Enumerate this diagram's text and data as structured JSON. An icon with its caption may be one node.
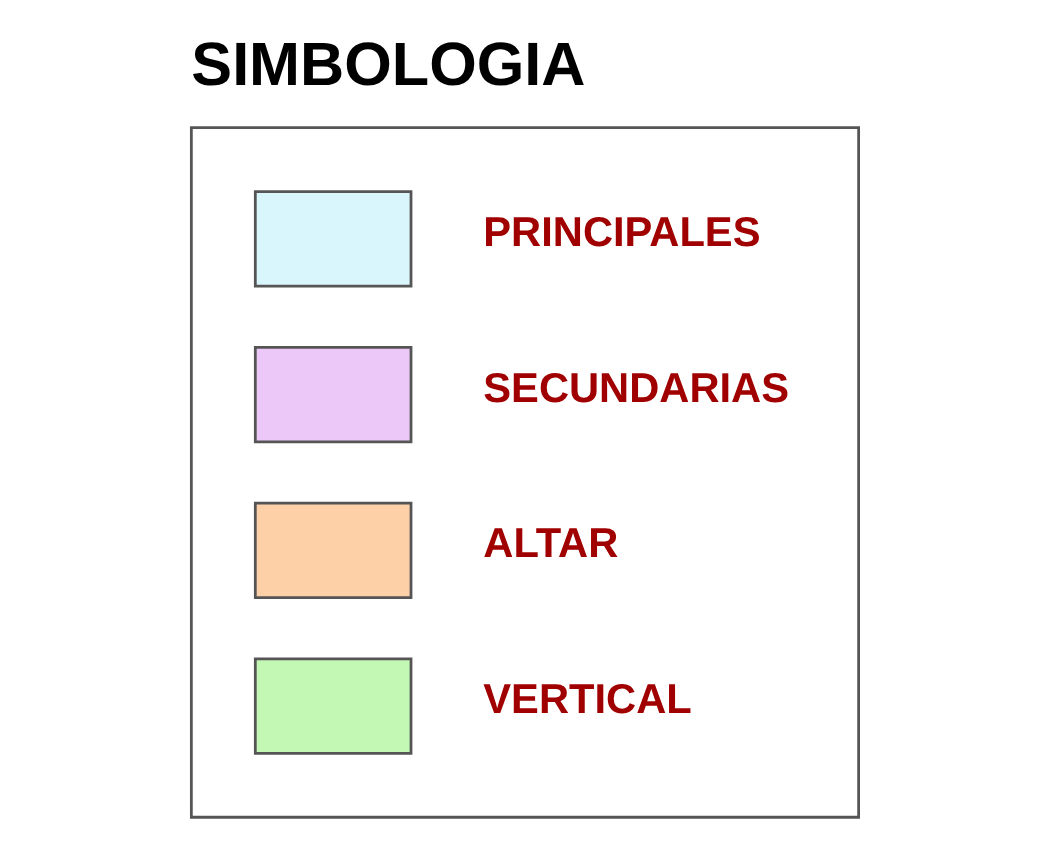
{
  "diagram": {
    "title": "SIMBOLOGIA",
    "legend": [
      {
        "text": "PRINCIPALES",
        "color": "#d8f6fb"
      },
      {
        "text": "SECUNDARIAS",
        "color": "#ecc8f8"
      },
      {
        "text": "ALTAR",
        "color": "#fdd0a8"
      },
      {
        "text": "VERTICAL",
        "color": "#c2f8b4"
      }
    ]
  }
}
